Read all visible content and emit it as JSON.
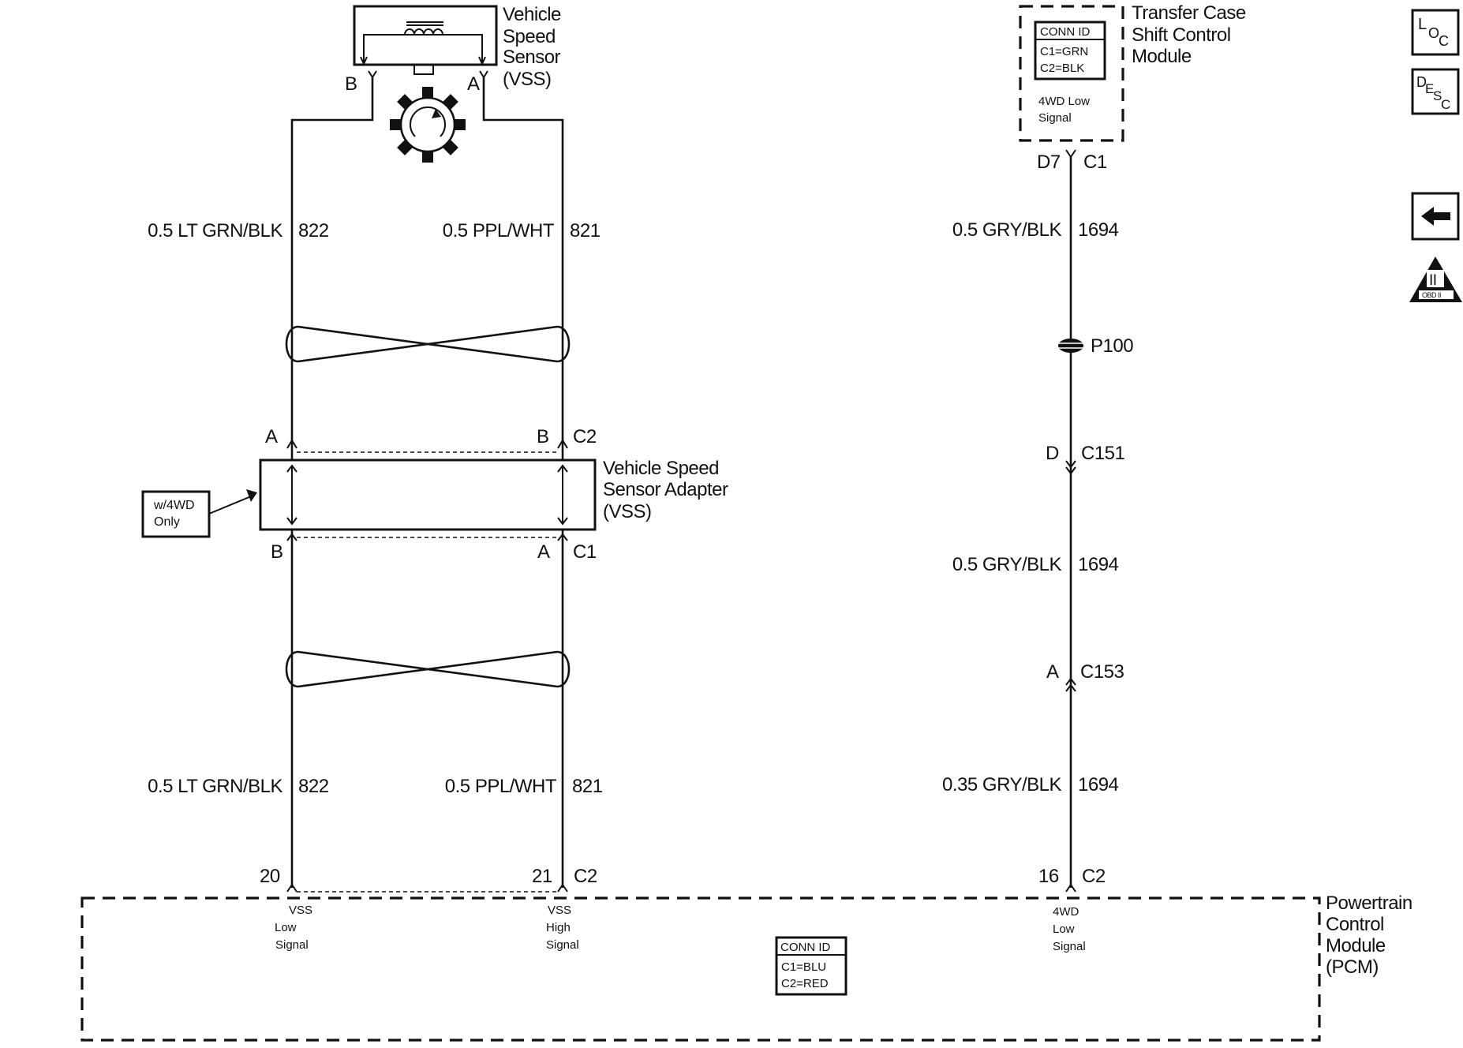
{
  "components": {
    "vss_sensor": {
      "line1": "Vehicle",
      "line2": "Speed",
      "line3": "Sensor",
      "line4": "(VSS)",
      "pin_b": "B",
      "pin_a": "A"
    },
    "tccm": {
      "line1": "Transfer Case",
      "line2": "Shift Control",
      "line3": "Module",
      "conn_id": "CONN ID",
      "conn_c1": "C1=GRN",
      "conn_c2": "C2=BLK",
      "signal1": "4WD Low",
      "signal2": "Signal",
      "pin": "D7",
      "conn": "C1"
    },
    "vss_adapter": {
      "line1": "Vehicle Speed",
      "line2": "Sensor Adapter",
      "line3": "(VSS)",
      "top_a": "A",
      "top_b": "B",
      "top_conn": "C2",
      "bot_b": "B",
      "bot_a": "A",
      "bot_conn": "C1"
    },
    "note_4wd": {
      "line1": "w/4WD",
      "line2": "Only"
    },
    "pcm": {
      "line1": "Powertrain",
      "line2": "Control",
      "line3": "Module",
      "line4": "(PCM)",
      "conn_id": "CONN ID",
      "conn_c1": "C1=BLU",
      "conn_c2": "C2=RED",
      "pin20": "20",
      "pin21": "21",
      "pin21_conn": "C2",
      "pin16": "16",
      "pin16_conn": "C2",
      "sig_low_1": "VSS",
      "sig_low_2": "Low",
      "sig_low_3": "Signal",
      "sig_high_1": "VSS",
      "sig_high_2": "High",
      "sig_high_3": "Signal",
      "sig_4wd_1": "4WD",
      "sig_4wd_2": "Low",
      "sig_4wd_3": "Signal"
    }
  },
  "wires": {
    "left_upper": {
      "color": "0.5 LT GRN/BLK",
      "circuit": "822"
    },
    "mid_upper": {
      "color": "0.5 PPL/WHT",
      "circuit": "821"
    },
    "left_lower": {
      "color": "0.5 LT GRN/BLK",
      "circuit": "822"
    },
    "mid_lower": {
      "color": "0.5 PPL/WHT",
      "circuit": "821"
    },
    "right_1": {
      "color": "0.5 GRY/BLK",
      "circuit": "1694"
    },
    "right_2": {
      "color": "0.5 GRY/BLK",
      "circuit": "1694"
    },
    "right_3": {
      "color": "0.35 GRY/BLK",
      "circuit": "1694"
    }
  },
  "splice": {
    "label": "P100"
  },
  "connectors": {
    "c151": {
      "pin": "D",
      "name": "C151"
    },
    "c153": {
      "pin": "A",
      "name": "C153"
    }
  },
  "sidebar": {
    "loc": {
      "l1": "L",
      "l2": "O",
      "l3": "C"
    },
    "desc": {
      "l1": "D",
      "l2": "E",
      "l3": "S",
      "l4": "C"
    },
    "obd": {
      "roman": "II",
      "label": "OBD II"
    },
    "back_icon": "arrow-left-icon"
  }
}
